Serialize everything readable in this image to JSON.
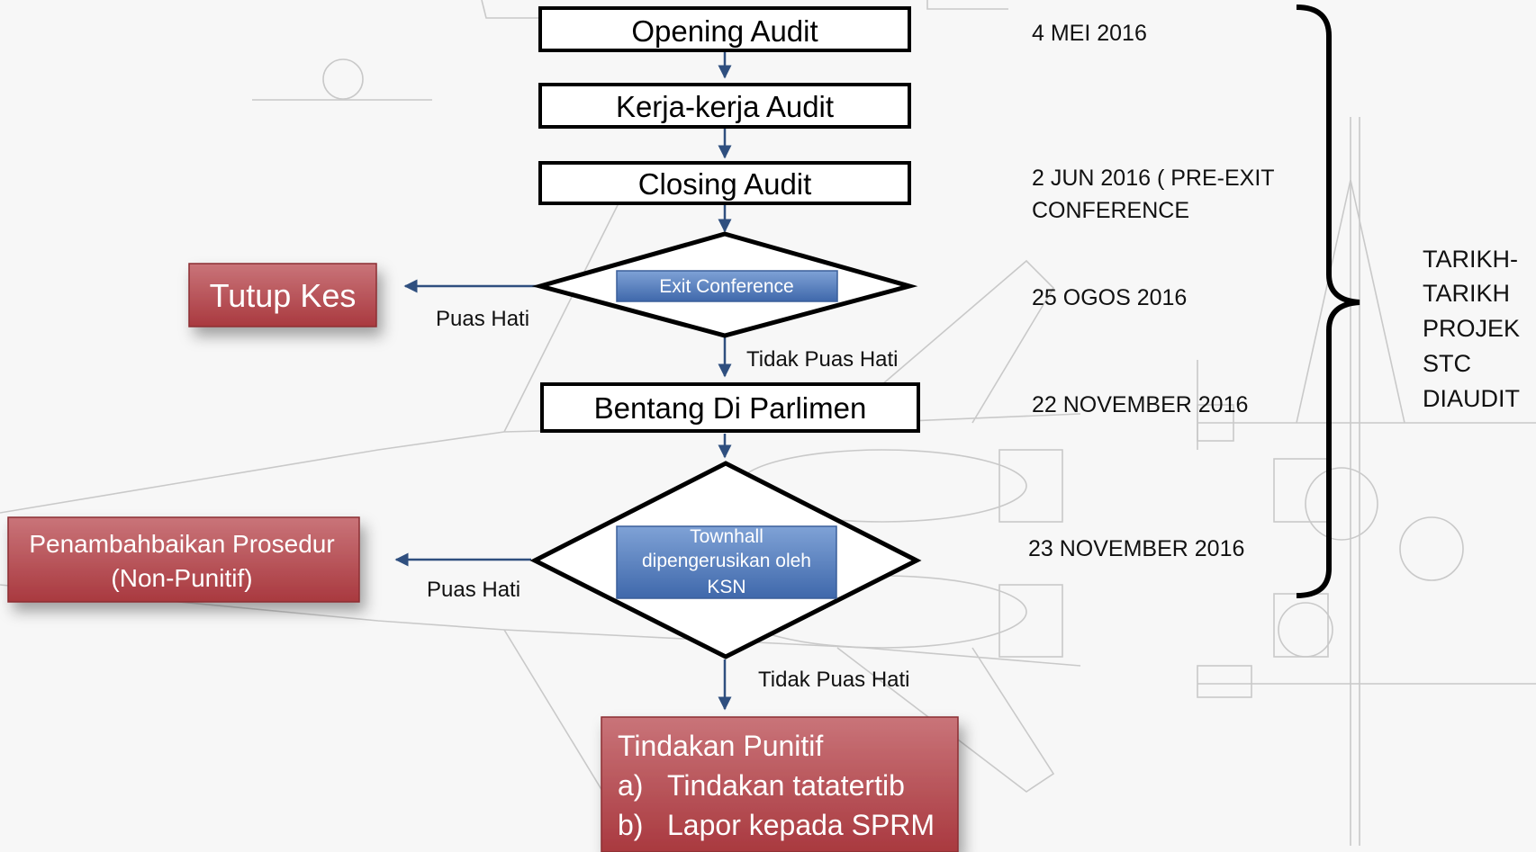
{
  "flow": {
    "opening_audit": "Opening Audit",
    "kerja_audit": "Kerja-kerja Audit",
    "closing_audit": "Closing Audit",
    "exit_conference": "Exit Conference",
    "bentang": "Bentang Di Parlimen",
    "townhall_lines": [
      "Townhall",
      "dipengerusikan oleh",
      "KSN"
    ],
    "tutup_kes": "Tutup Kes",
    "penambahbaikan_lines": [
      "Penambahbaikan Prosedur",
      "(Non-Punitif)"
    ],
    "punitif_lines": [
      "Tindakan Punitif",
      "a)",
      "Tindakan tatatertib",
      "b)",
      "Lapor kepada SPRM"
    ]
  },
  "edges": {
    "puas_hati_1": "Puas Hati",
    "tidak_puas_hati_1": "Tidak Puas Hati",
    "puas_hati_2": "Puas Hati",
    "tidak_puas_hati_2": "Tidak Puas Hati"
  },
  "dates": {
    "d1": "4 MEI 2016",
    "d2_line1": "2 JUN 2016  ( PRE-EXIT",
    "d2_line2": "CONFERENCE",
    "d3": "25 OGOS 2016",
    "d4": "22 NOVEMBER 2016",
    "d5": "23 NOVEMBER 2016"
  },
  "side_note_lines": [
    "TARIKH-",
    "TARIKH",
    "PROJEK",
    "STC",
    "DIAUDIT"
  ],
  "colors": {
    "red_box": "#b9555a",
    "blue_box": "#4f7bbf",
    "arrow": "#2f4f7f"
  }
}
